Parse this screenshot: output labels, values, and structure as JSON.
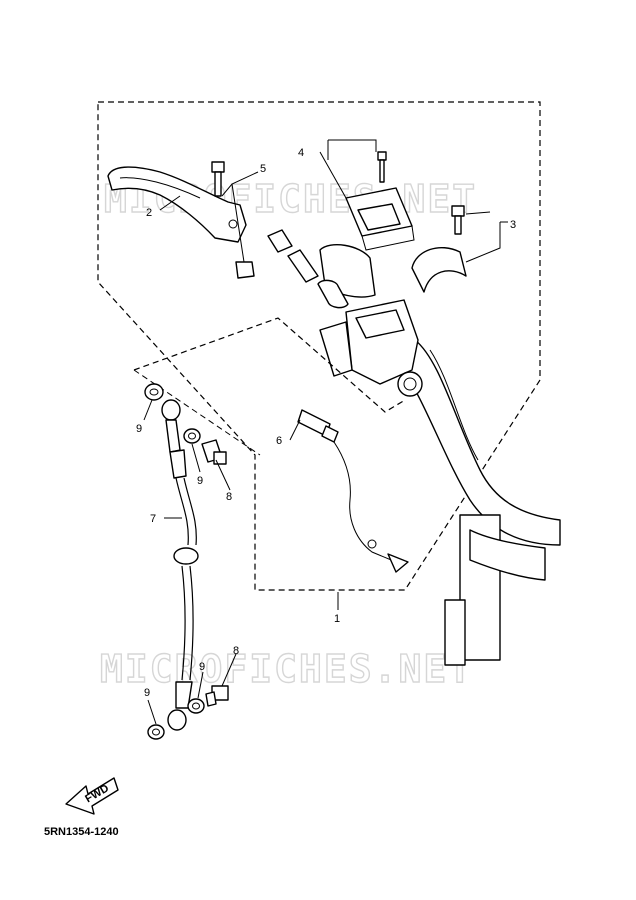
{
  "watermark": "MICROFICHES.NET",
  "fwd_label": "FWD",
  "diagram_code": "5RN1354-1240",
  "callouts": {
    "c1": "1",
    "c2": "2",
    "c3": "3",
    "c4": "4",
    "c5": "5",
    "c6": "6",
    "c7": "7",
    "c8a": "8",
    "c8b": "8",
    "c9a": "9",
    "c9b": "9",
    "c9c": "9",
    "c9d": "9"
  }
}
